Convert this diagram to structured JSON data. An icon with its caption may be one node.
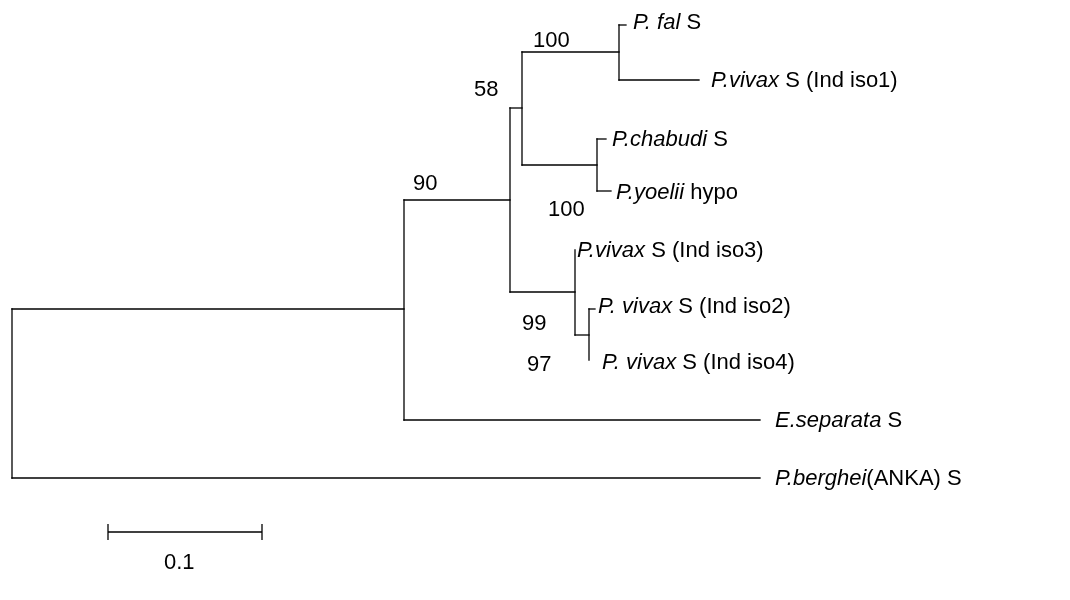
{
  "diagram": {
    "labels": [
      "*P. fal* S",
      "100",
      "*P.vivax* S (Ind iso1)",
      "58",
      "*P.chabudi* S",
      "90",
      "*P.yoelii* hypo",
      "100",
      "*P.vivax* S (Ind iso3)",
      "*P. vivax* S (Ind iso2)",
      "99",
      "97",
      "*P. vivax* S (Ind iso4)",
      "*E.separata* S",
      "*P.berghei*(ANKA) S",
      "0.1"
    ]
  }
}
